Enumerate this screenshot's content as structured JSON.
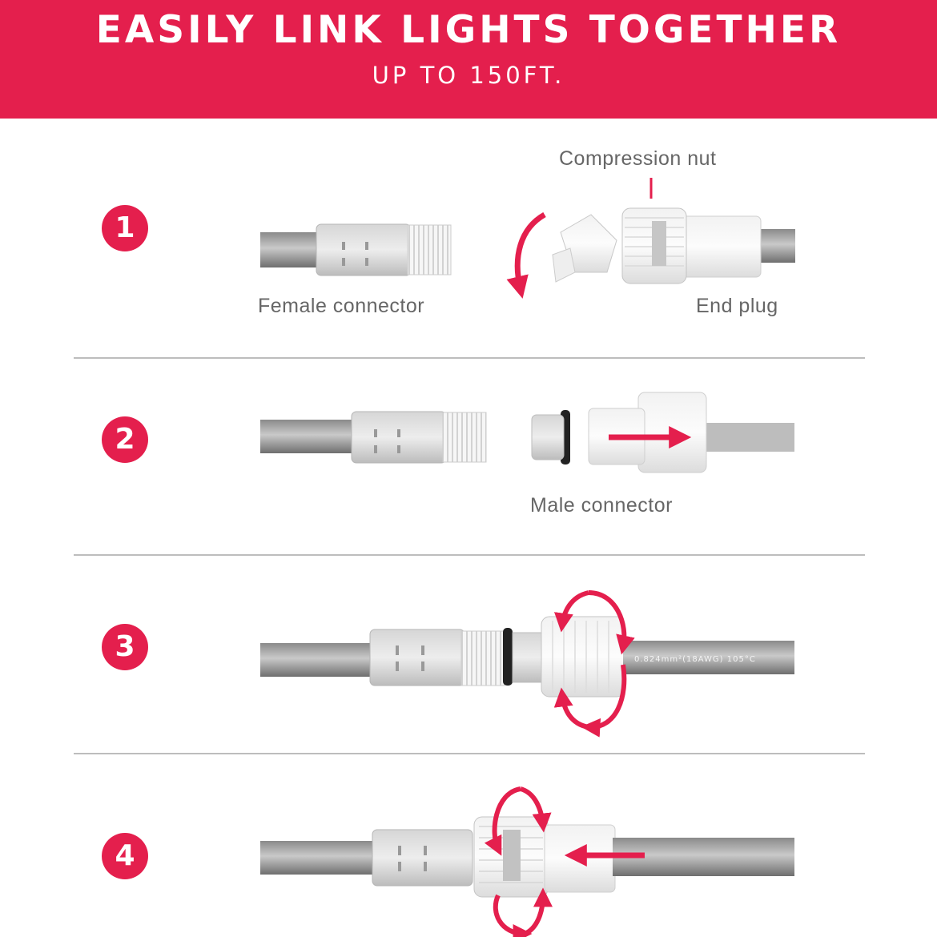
{
  "header": {
    "title": "EASILY LINK LIGHTS TOGETHER",
    "subtitle": "UP TO 150FT."
  },
  "steps": [
    {
      "number": "1"
    },
    {
      "number": "2"
    },
    {
      "number": "3"
    },
    {
      "number": "4"
    }
  ],
  "labels": {
    "compression_nut": "Compression nut",
    "female_connector": "Female connector",
    "end_plug": "End plug",
    "male_connector": "Male connector"
  },
  "wire_print": "0.824mm²(18AWG)  105°C",
  "colors": {
    "accent": "#e41f4d",
    "label_text": "#666666",
    "divider": "#bdbdbd"
  }
}
